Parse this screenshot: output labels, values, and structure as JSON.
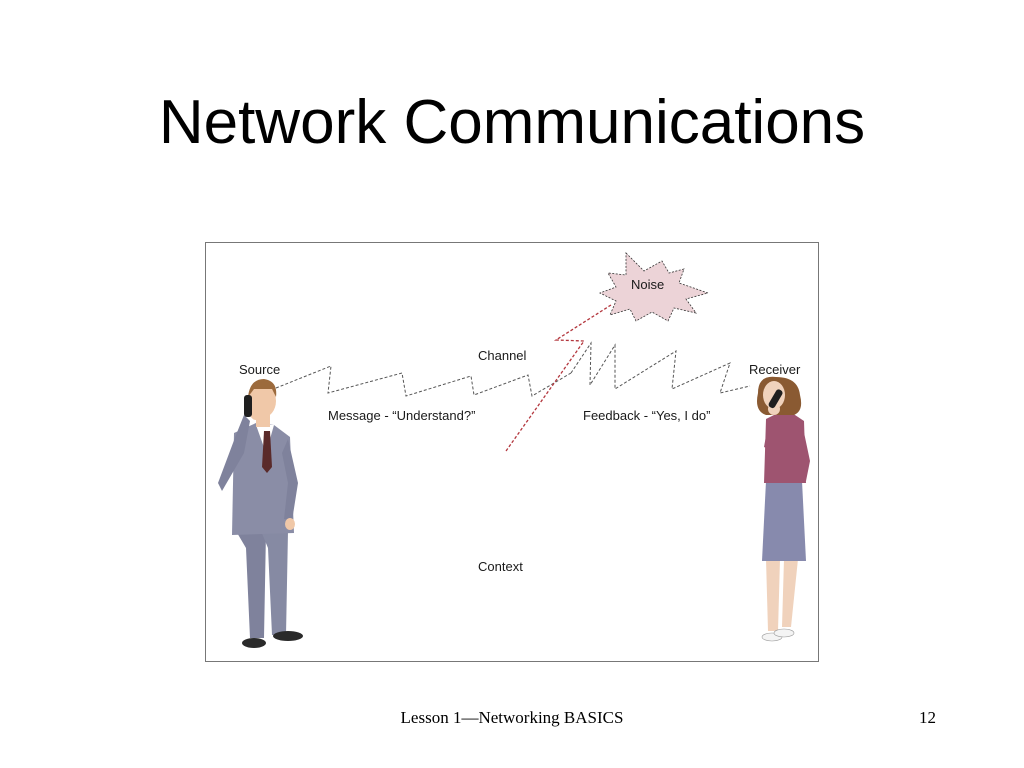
{
  "slide": {
    "title": "Network Communications"
  },
  "diagram": {
    "source_label": "Source",
    "receiver_label": "Receiver",
    "channel_label": "Channel",
    "noise_label": "Noise",
    "message_label": "Message - “Understand?”",
    "feedback_label": "Feedback - “Yes, I do”",
    "context_label": "Context"
  },
  "footer": {
    "lesson": "Lesson 1—Networking BASICS",
    "page_number": "12"
  },
  "colors": {
    "noise_fill": "#ecd3d7",
    "noise_line": "#b3363d",
    "suit": "#8a8da6",
    "blouse": "#9e5470",
    "skirt": "#878aad",
    "hair_man": "#9c6a3c",
    "hair_woman": "#8a5a32"
  }
}
